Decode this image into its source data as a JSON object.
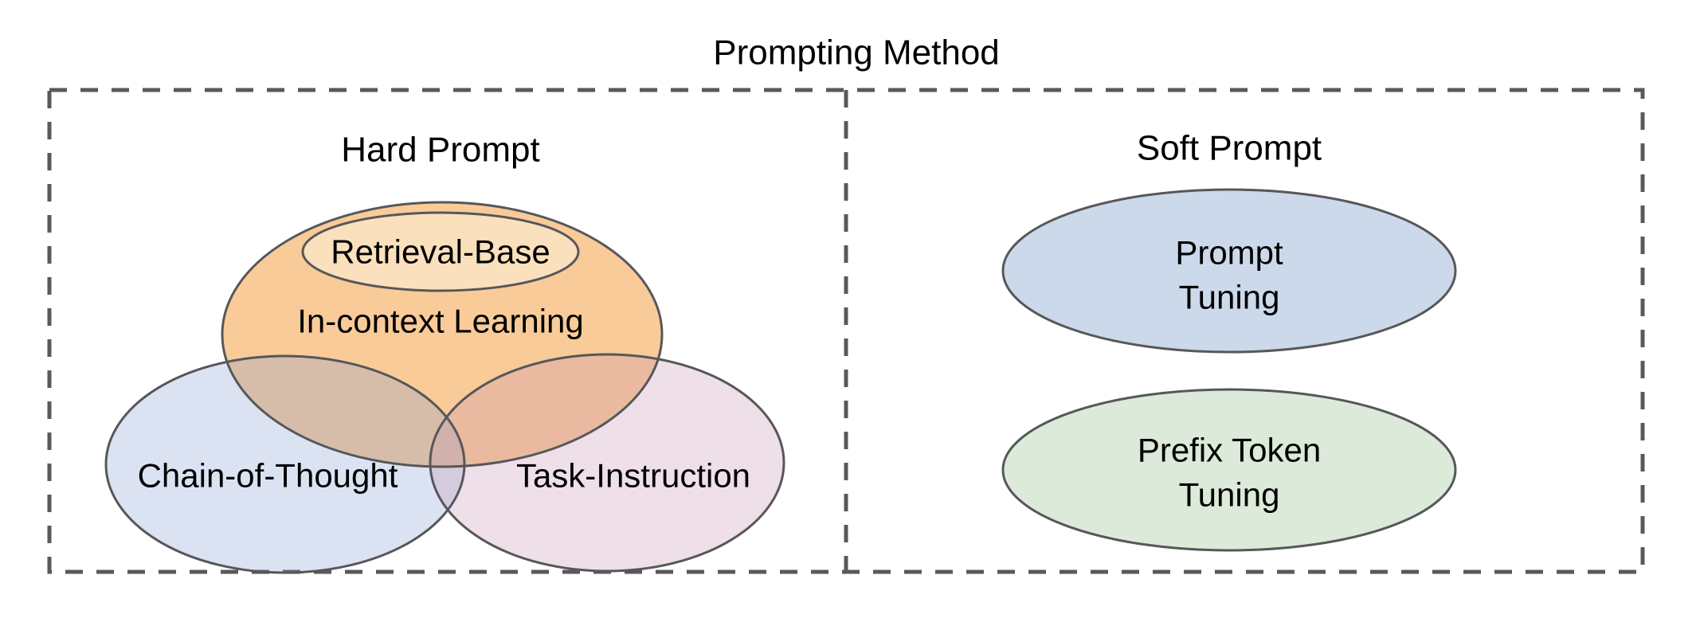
{
  "title": "Prompting Method",
  "sections": {
    "hard_prompt": {
      "label": "Hard Prompt",
      "venn": {
        "in_context_learning": {
          "label": "In-context Learning",
          "fill": "rgba(242,163,74,0.56)"
        },
        "retrieval_base": {
          "label": "Retrieval-Base",
          "fill": "#FAE0BC"
        },
        "chain_of_thought": {
          "label": "Chain-of-Thought",
          "fill": "rgba(125,155,213,0.28)"
        },
        "task_instruction": {
          "label": "Task-Instruction",
          "fill": "rgba(200,150,180,0.30)"
        }
      }
    },
    "soft_prompt": {
      "label": "Soft Prompt",
      "items": [
        {
          "label_lines": [
            "Prompt",
            "Tuning"
          ],
          "fill": "#CCD9EA"
        },
        {
          "label_lines": [
            "Prefix Token",
            "Tuning"
          ],
          "fill": "#DCEAD9"
        }
      ]
    }
  },
  "style": {
    "border_color": "#595959",
    "ellipse_outline_color": "#57575A",
    "text_color": "#000000",
    "background_color": "#FFFFFF"
  }
}
